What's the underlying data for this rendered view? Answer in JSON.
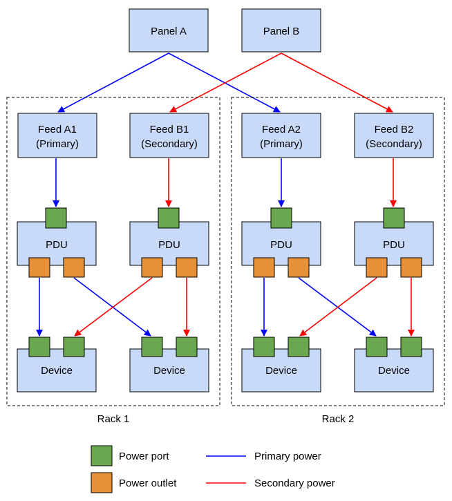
{
  "panels": {
    "a": "Panel A",
    "b": "Panel B"
  },
  "racks": [
    {
      "label": "Rack 1",
      "feed_a": {
        "line1": "Feed A1",
        "line2": "(Primary)"
      },
      "feed_b": {
        "line1": "Feed B1",
        "line2": "(Secondary)"
      }
    },
    {
      "label": "Rack 2",
      "feed_a": {
        "line1": "Feed A2",
        "line2": "(Primary)"
      },
      "feed_b": {
        "line1": "Feed B2",
        "line2": "(Secondary)"
      }
    }
  ],
  "pdu_label": "PDU",
  "device_label": "Device",
  "legend": {
    "power_port": "Power port",
    "power_outlet": "Power outlet",
    "primary_power": "Primary power",
    "secondary_power": "Secondary power"
  },
  "colors": {
    "primary": "#0000ff",
    "secondary": "#ff0000",
    "box_fill": "#c9daf8",
    "port_fill": "#6aa84f",
    "outlet_fill": "#e69138"
  }
}
